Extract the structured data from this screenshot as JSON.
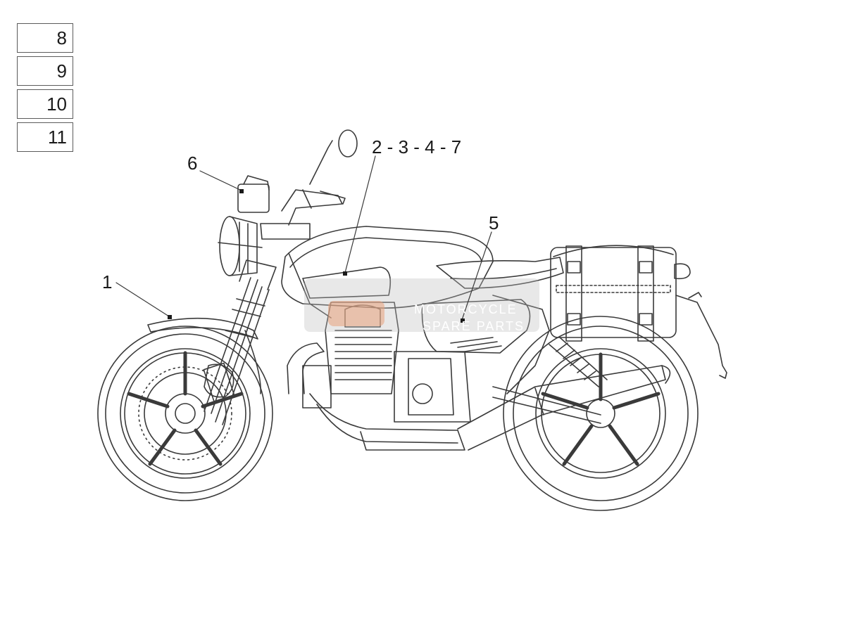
{
  "part_boxes": [
    "8",
    "9",
    "10",
    "11"
  ],
  "callouts": {
    "c1": "1",
    "c2347": "2 - 3 - 4 - 7",
    "c5": "5",
    "c6": "6"
  },
  "watermark": {
    "line1": "MOTORCYCLE",
    "line2": "SPARE PARTS"
  },
  "colors": {
    "line": "#3a3a3a",
    "watermark_grey": "#bdbdbd",
    "watermark_orange": "#e8a07a"
  }
}
